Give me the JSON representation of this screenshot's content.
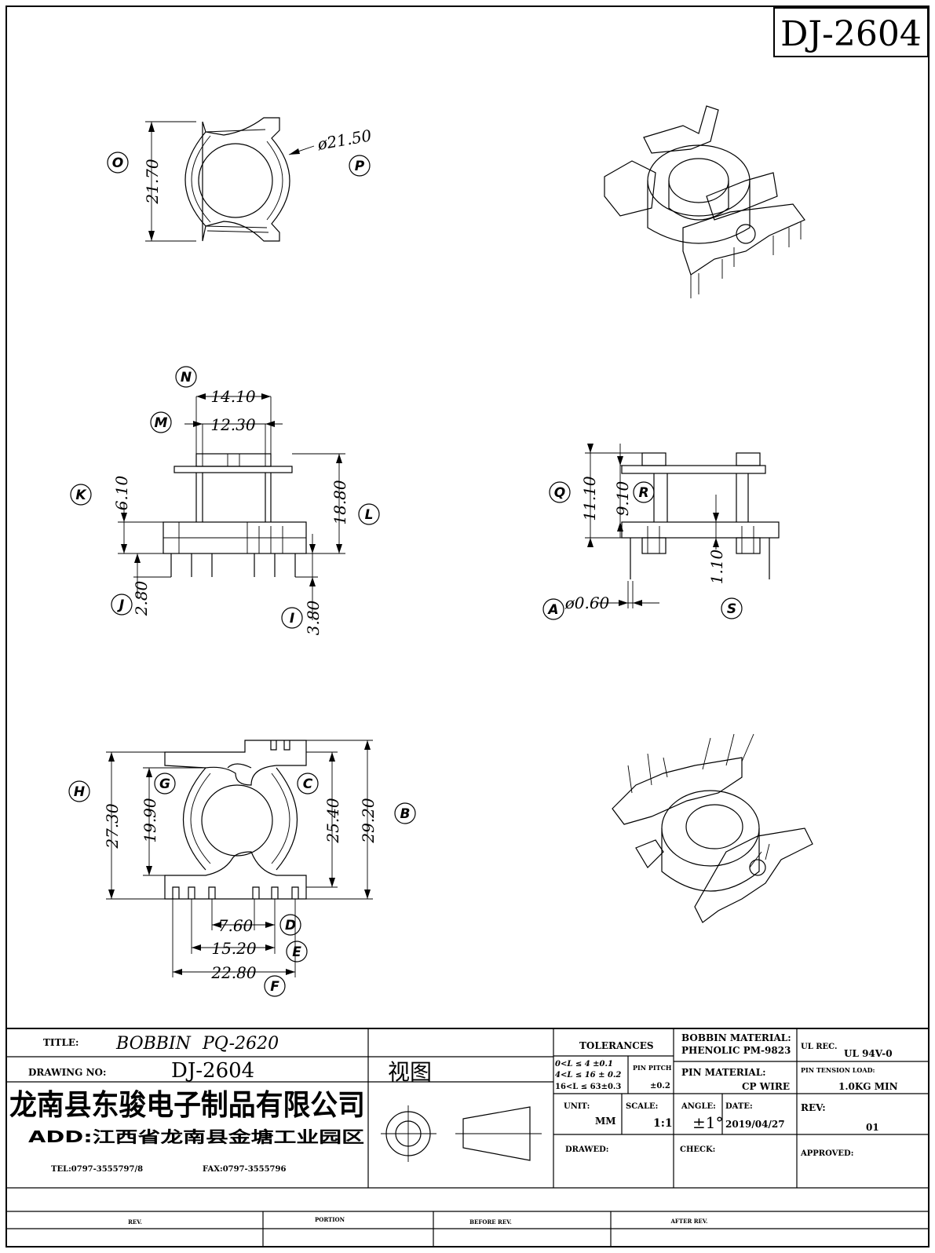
{
  "part_code": "DJ-2604",
  "labels": {
    "O": "O",
    "P": "P",
    "N": "N",
    "M": "M",
    "K": "K",
    "L": "L",
    "J": "J",
    "I": "I",
    "Q": "Q",
    "R": "R",
    "A": "A",
    "S": "S",
    "H": "H",
    "G": "G",
    "C": "C",
    "B": "B",
    "D": "D",
    "E": "E",
    "F": "F"
  },
  "dimensions": {
    "top_height": "21.70",
    "top_diameter": "ø21.50",
    "side_width_outer": "14.10",
    "side_width_inner": "12.30",
    "side_height": "18.80",
    "side_flange": "6.10",
    "side_pin_j": "2.80",
    "side_pin_i": "3.80",
    "end_q": "11.10",
    "end_r": "9.10",
    "end_s": "1.10",
    "pin_dia": "ø0.60",
    "bottom_h": "27.30",
    "bottom_g": "19.90",
    "bottom_c": "25.40",
    "bottom_b": "29.20",
    "pitch_d": "7.60",
    "pitch_e": "15.20",
    "pitch_f": "22.80"
  },
  "title_block": {
    "title_label": "TITLE:",
    "title_value_1": "BOBBIN",
    "title_value_2": "PQ-2620",
    "drawing_no_label": "DRAWING NO:",
    "drawing_no_value": "DJ-2604",
    "view_label": "视图",
    "company": "龙南县东骏电子制品有限公司",
    "address": "ADD:江西省龙南县金塘工业园区",
    "tel": "TEL:0797-3555797/8",
    "fax": "FAX:0797-3555796",
    "tolerances_label": "TOLERANCES",
    "tol_line_1": "0<L ≤ 4 ±0.1",
    "tol_line_2": "4<L ≤ 16 ± 0.2",
    "tol_line_3": "16<L ≤ 63±0.3",
    "pin_pitch_label": "PIN PITCH",
    "pin_pitch_value": "±0.2",
    "bobbin_material_label": "BOBBIN MATERIAL:",
    "bobbin_material_value": "PHENOLIC PM-9823",
    "ul_rec_label": "UL REC.",
    "ul_rec_value": "UL 94V-0",
    "pin_material_label": "PIN MATERIAL:",
    "pin_material_value": "CP WIRE",
    "pin_tension_label": "PIN TENSION LOAD:",
    "pin_tension_value": "1.0KG MIN",
    "unit_label": "UNIT:",
    "unit_value": "MM",
    "scale_label": "SCALE:",
    "scale_value": "1:1",
    "angle_label": "ANGLE:",
    "angle_value": "±1°",
    "date_label": "DATE:",
    "date_value": "2019/04/27",
    "rev_label": "REV:",
    "rev_value": "01",
    "drawn_label": "DRAWED:",
    "check_label": "CHECK:",
    "approved_label": "APPROVED:",
    "rev_col": "REV.",
    "portion_col": "PORTION",
    "before_col": "BEFORE REV.",
    "after_col": "AFTER REV."
  }
}
